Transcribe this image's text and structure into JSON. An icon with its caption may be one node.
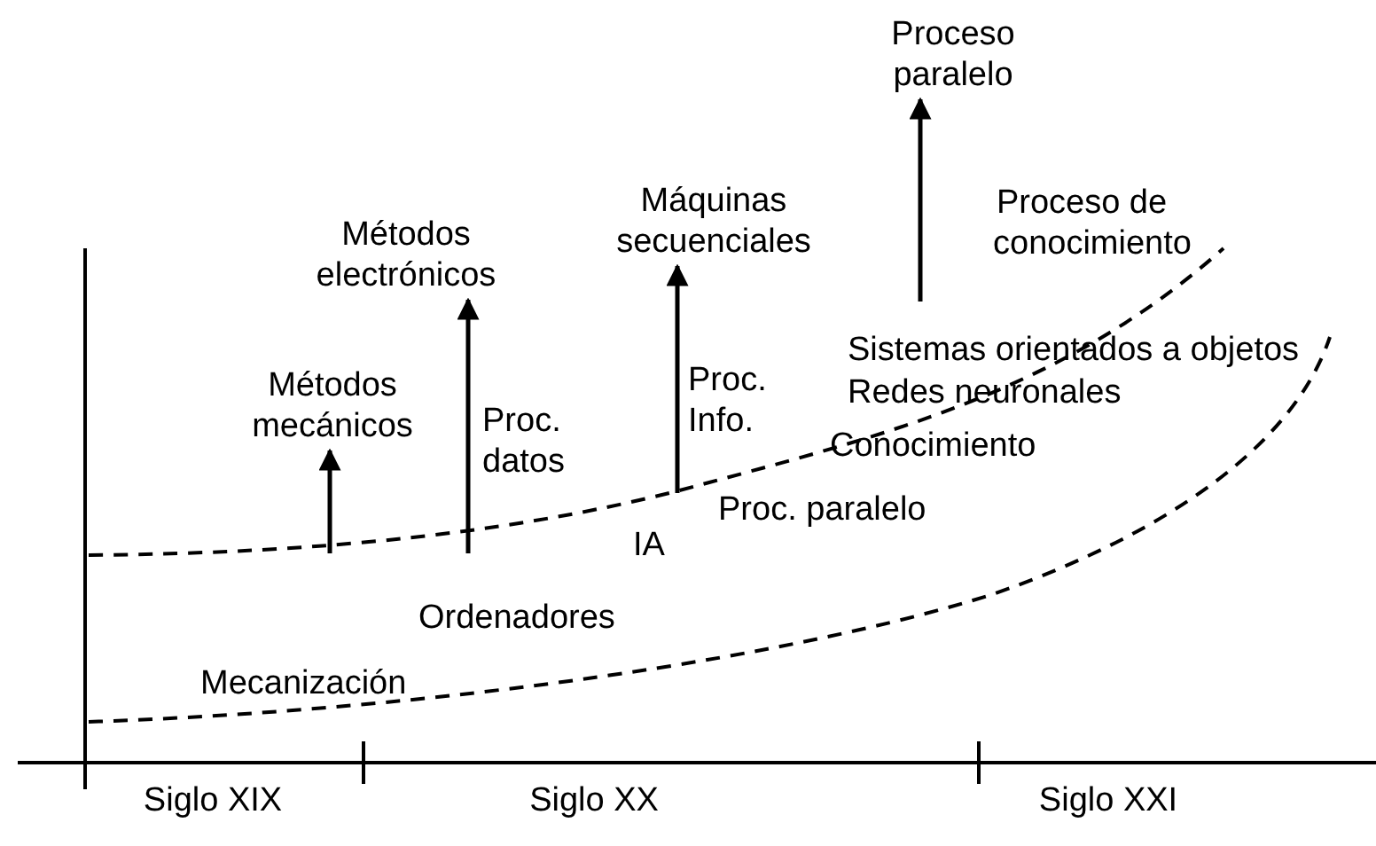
{
  "diagram": {
    "nodes": [
      {
        "text": [
          "Métodos mecánicos"
        ]
      },
      {
        "text": [
          "Métodos electrónicos"
        ]
      },
      {
        "text": [
          "Máquinas secuenciales"
        ]
      },
      {
        "text": [
          "Proceso paralelo"
        ]
      }
    ],
    "edges": [
      {
        "from": null,
        "to": 0,
        "arrow": "to"
      },
      {
        "from": null,
        "to": 1,
        "arrow": "to"
      },
      {
        "from": null,
        "to": 2,
        "arrow": "to"
      },
      {
        "from": null,
        "to": 3,
        "arrow": "to"
      }
    ],
    "labels": [
      "Proceso de conocimiento",
      "Sistemas orientados a objetos",
      "Redes neuronales",
      "Proc. Info.",
      "Proc. datos",
      "Conocimiento",
      "Proc. paralelo",
      "IA",
      "Ordenadores",
      "Mecanización",
      "Siglo XIX",
      "Siglo XX",
      "Siglo XXI"
    ]
  }
}
